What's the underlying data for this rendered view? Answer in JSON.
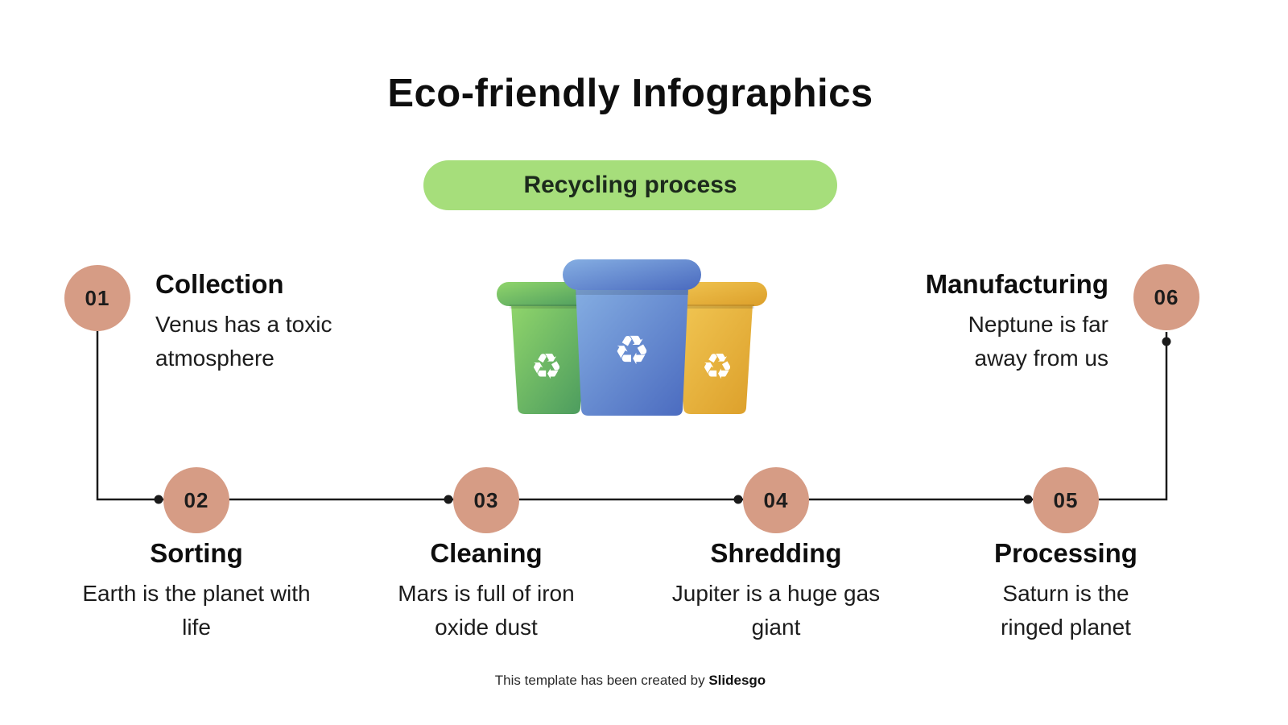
{
  "slide": {
    "title": "Eco-friendly Infographics",
    "badge_label": "Recycling process",
    "footer": {
      "prefix": "This template has been created by ",
      "brand": "Slidesgo"
    }
  },
  "steps": [
    {
      "number": "01",
      "title": "Collection",
      "description": "Venus has a toxic atmosphere"
    },
    {
      "number": "02",
      "title": "Sorting",
      "description": "Earth is the planet with life"
    },
    {
      "number": "03",
      "title": "Cleaning",
      "description": "Mars is full of iron oxide dust"
    },
    {
      "number": "04",
      "title": "Shredding",
      "description": "Jupiter is a huge gas giant"
    },
    {
      "number": "05",
      "title": "Processing",
      "description": "Saturn is the ringed planet"
    },
    {
      "number": "06",
      "title": "Manufacturing",
      "description": "Neptune is far away from us"
    }
  ],
  "illustration": {
    "name": "three-recycling-bins",
    "bins": [
      "green",
      "blue",
      "yellow"
    ],
    "recycle_symbol": "♻"
  },
  "colors": {
    "badge_bg": "#a6de7b",
    "circle_bg": "#d69c85",
    "line": "#1a1a1a",
    "text": "#141414",
    "bin_green_light": "#90d56b",
    "bin_green_dark": "#4a9a5e",
    "bin_blue_light": "#85aee2",
    "bin_blue_dark": "#4a6abf",
    "bin_yellow_light": "#f1c653",
    "bin_yellow_dark": "#dc9f2a"
  }
}
